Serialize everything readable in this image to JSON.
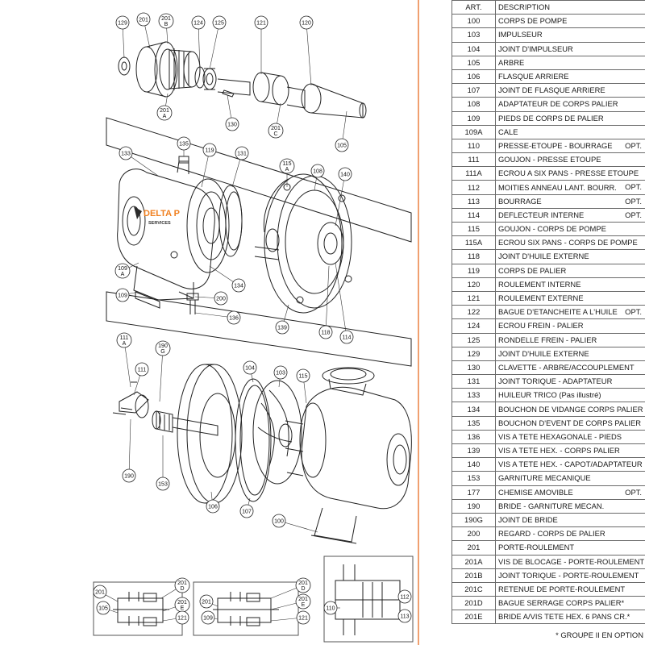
{
  "table": {
    "headers": {
      "art": "ART.",
      "description": "DESCRIPTION"
    },
    "rows": [
      {
        "art": "100",
        "desc": "CORPS DE POMPE",
        "opt": ""
      },
      {
        "art": "103",
        "desc": "IMPULSEUR",
        "opt": ""
      },
      {
        "art": "104",
        "desc": "JOINT D'IMPULSEUR",
        "opt": ""
      },
      {
        "art": "105",
        "desc": "ARBRE",
        "opt": ""
      },
      {
        "art": "106",
        "desc": "FLASQUE ARRIERE",
        "opt": ""
      },
      {
        "art": "107",
        "desc": "JOINT DE FLASQUE ARRIERE",
        "opt": ""
      },
      {
        "art": "108",
        "desc": "ADAPTATEUR DE CORPS PALIER",
        "opt": ""
      },
      {
        "art": "109",
        "desc": "PIEDS DE CORPS DE PALIER",
        "opt": ""
      },
      {
        "art": "109A",
        "desc": "CALE",
        "opt": ""
      },
      {
        "art": "110",
        "desc": "PRESSE-ETOUPE - BOURRAGE",
        "opt": "OPT."
      },
      {
        "art": "111",
        "desc": "GOUJON - PRESSE ETOUPE",
        "opt": ""
      },
      {
        "art": "111A",
        "desc": "ECROU A SIX PANS - PRESSE ETOUPE",
        "opt": ""
      },
      {
        "art": "112",
        "desc": "MOITIES ANNEAU LANT. BOURR.",
        "opt": "OPT."
      },
      {
        "art": "113",
        "desc": "BOURRAGE",
        "opt": "OPT."
      },
      {
        "art": "114",
        "desc": "DEFLECTEUR INTERNE",
        "opt": "OPT."
      },
      {
        "art": "115",
        "desc": "GOUJON - CORPS DE POMPE",
        "opt": ""
      },
      {
        "art": "115A",
        "desc": "ECROU SIX PANS - CORPS DE POMPE",
        "opt": ""
      },
      {
        "art": "118",
        "desc": "JOINT D'HUILE EXTERNE",
        "opt": ""
      },
      {
        "art": "119",
        "desc": "CORPS DE PALIER",
        "opt": ""
      },
      {
        "art": "120",
        "desc": "ROULEMENT INTERNE",
        "opt": ""
      },
      {
        "art": "121",
        "desc": "ROULEMENT EXTERNE",
        "opt": ""
      },
      {
        "art": "122",
        "desc": "BAGUE D'ETANCHEITE A L'HUILE",
        "opt": "OPT."
      },
      {
        "art": "124",
        "desc": "ECROU FREIN - PALIER",
        "opt": ""
      },
      {
        "art": "125",
        "desc": "RONDELLE FREIN - PALIER",
        "opt": ""
      },
      {
        "art": "129",
        "desc": "JOINT D'HUILE EXTERNE",
        "opt": ""
      },
      {
        "art": "130",
        "desc": "CLAVETTE - ARBRE/ACCOUPLEMENT",
        "opt": ""
      },
      {
        "art": "131",
        "desc": "JOINT TORIQUE - ADAPTATEUR",
        "opt": ""
      },
      {
        "art": "133",
        "desc": "HUILEUR TRICO (Pas illustré)",
        "opt": ""
      },
      {
        "art": "134",
        "desc": "BOUCHON DE VIDANGE CORPS PALIER",
        "opt": ""
      },
      {
        "art": "135",
        "desc": "BOUCHON D'EVENT DE CORPS PALIER",
        "opt": ""
      },
      {
        "art": "136",
        "desc": "VIS A TETE HEXAGONALE - PIEDS",
        "opt": ""
      },
      {
        "art": "139",
        "desc": "VIS A TETE HEX. - CORPS PALIER",
        "opt": ""
      },
      {
        "art": "140",
        "desc": "VIS A TETE HEX. - CAPOT/ADAPTATEUR",
        "opt": ""
      },
      {
        "art": "153",
        "desc": "GARNITURE MECANIQUE",
        "opt": ""
      },
      {
        "art": "177",
        "desc": "CHEMISE AMOVIBLE",
        "opt": "OPT."
      },
      {
        "art": "190",
        "desc": "BRIDE - GARNITURE MECAN.",
        "opt": ""
      },
      {
        "art": "190G",
        "desc": "JOINT DE BRIDE",
        "opt": ""
      },
      {
        "art": "200",
        "desc": "REGARD - CORPS DE PALIER",
        "opt": ""
      },
      {
        "art": "201",
        "desc": "PORTE-ROULEMENT",
        "opt": ""
      },
      {
        "art": "201A",
        "desc": "VIS DE BLOCAGE - PORTE-ROULEMENT",
        "opt": ""
      },
      {
        "art": "201B",
        "desc": "JOINT TORIQUE - PORTE-ROULEMENT",
        "opt": ""
      },
      {
        "art": "201C",
        "desc": "RETENUE DE PORTE-ROULEMENT",
        "opt": ""
      },
      {
        "art": "201D",
        "desc": "BAGUE SERRAGE CORPS PALIER*",
        "opt": ""
      },
      {
        "art": "201E",
        "desc": "BRIDE A/VIS TETE HEX. 6 PANS CR.*",
        "opt": ""
      }
    ],
    "note": "* GROUPE II EN OPTION"
  },
  "drawing": {
    "logo": {
      "line1": "DELTA P",
      "line2": "SERVICES"
    },
    "colors": {
      "logo_orange": "#f08020",
      "ink": "#222222",
      "accent_rule": "#f0a070"
    },
    "callouts": [
      {
        "id": "c129",
        "lines": [
          "129"
        ]
      },
      {
        "id": "c201",
        "lines": [
          "201"
        ]
      },
      {
        "id": "c201b",
        "lines": [
          "201",
          "B"
        ]
      },
      {
        "id": "c124",
        "lines": [
          "124"
        ]
      },
      {
        "id": "c125",
        "lines": [
          "125"
        ]
      },
      {
        "id": "c121",
        "lines": [
          "121"
        ]
      },
      {
        "id": "c120",
        "lines": [
          "120"
        ]
      },
      {
        "id": "c201a",
        "lines": [
          "201",
          "A"
        ]
      },
      {
        "id": "c130",
        "lines": [
          "130"
        ]
      },
      {
        "id": "c201c",
        "lines": [
          "201",
          "C"
        ]
      },
      {
        "id": "c105",
        "lines": [
          "105"
        ]
      },
      {
        "id": "c133",
        "lines": [
          "133"
        ]
      },
      {
        "id": "c135",
        "lines": [
          "135"
        ]
      },
      {
        "id": "c119",
        "lines": [
          "119"
        ]
      },
      {
        "id": "c131",
        "lines": [
          "131"
        ]
      },
      {
        "id": "c115a",
        "lines": [
          "115",
          "A"
        ]
      },
      {
        "id": "c108",
        "lines": [
          "108"
        ]
      },
      {
        "id": "c140",
        "lines": [
          "140"
        ]
      },
      {
        "id": "c109a",
        "lines": [
          "109",
          "A"
        ]
      },
      {
        "id": "c109",
        "lines": [
          "109"
        ]
      },
      {
        "id": "c134",
        "lines": [
          "134"
        ]
      },
      {
        "id": "c200",
        "lines": [
          "200"
        ]
      },
      {
        "id": "c136",
        "lines": [
          "136"
        ]
      },
      {
        "id": "c139",
        "lines": [
          "139"
        ]
      },
      {
        "id": "c118",
        "lines": [
          "118"
        ]
      },
      {
        "id": "c114",
        "lines": [
          "114"
        ]
      },
      {
        "id": "c111a",
        "lines": [
          "111",
          "A"
        ]
      },
      {
        "id": "c190g",
        "lines": [
          "190",
          "G"
        ]
      },
      {
        "id": "c111",
        "lines": [
          "111"
        ]
      },
      {
        "id": "c104",
        "lines": [
          "104"
        ]
      },
      {
        "id": "c103",
        "lines": [
          "103"
        ]
      },
      {
        "id": "c115",
        "lines": [
          "115"
        ]
      },
      {
        "id": "c190",
        "lines": [
          "190"
        ]
      },
      {
        "id": "c153",
        "lines": [
          "153"
        ]
      },
      {
        "id": "c106",
        "lines": [
          "106"
        ]
      },
      {
        "id": "c107",
        "lines": [
          "107"
        ]
      },
      {
        "id": "c100",
        "lines": [
          "100"
        ]
      },
      {
        "id": "d201l",
        "lines": [
          "201"
        ]
      },
      {
        "id": "d201dl",
        "lines": [
          "201",
          "D"
        ]
      },
      {
        "id": "d105",
        "lines": [
          "105"
        ]
      },
      {
        "id": "d201el",
        "lines": [
          "201",
          "E"
        ]
      },
      {
        "id": "d121l",
        "lines": [
          "121"
        ]
      },
      {
        "id": "d201m",
        "lines": [
          "201"
        ]
      },
      {
        "id": "d109",
        "lines": [
          "109"
        ]
      },
      {
        "id": "d201dm",
        "lines": [
          "201",
          "D"
        ]
      },
      {
        "id": "d201em",
        "lines": [
          "201",
          "E"
        ]
      },
      {
        "id": "d121m",
        "lines": [
          "121"
        ]
      },
      {
        "id": "d110",
        "lines": [
          "110"
        ]
      },
      {
        "id": "d112",
        "lines": [
          "112"
        ]
      },
      {
        "id": "d113",
        "lines": [
          "113"
        ]
      }
    ]
  }
}
